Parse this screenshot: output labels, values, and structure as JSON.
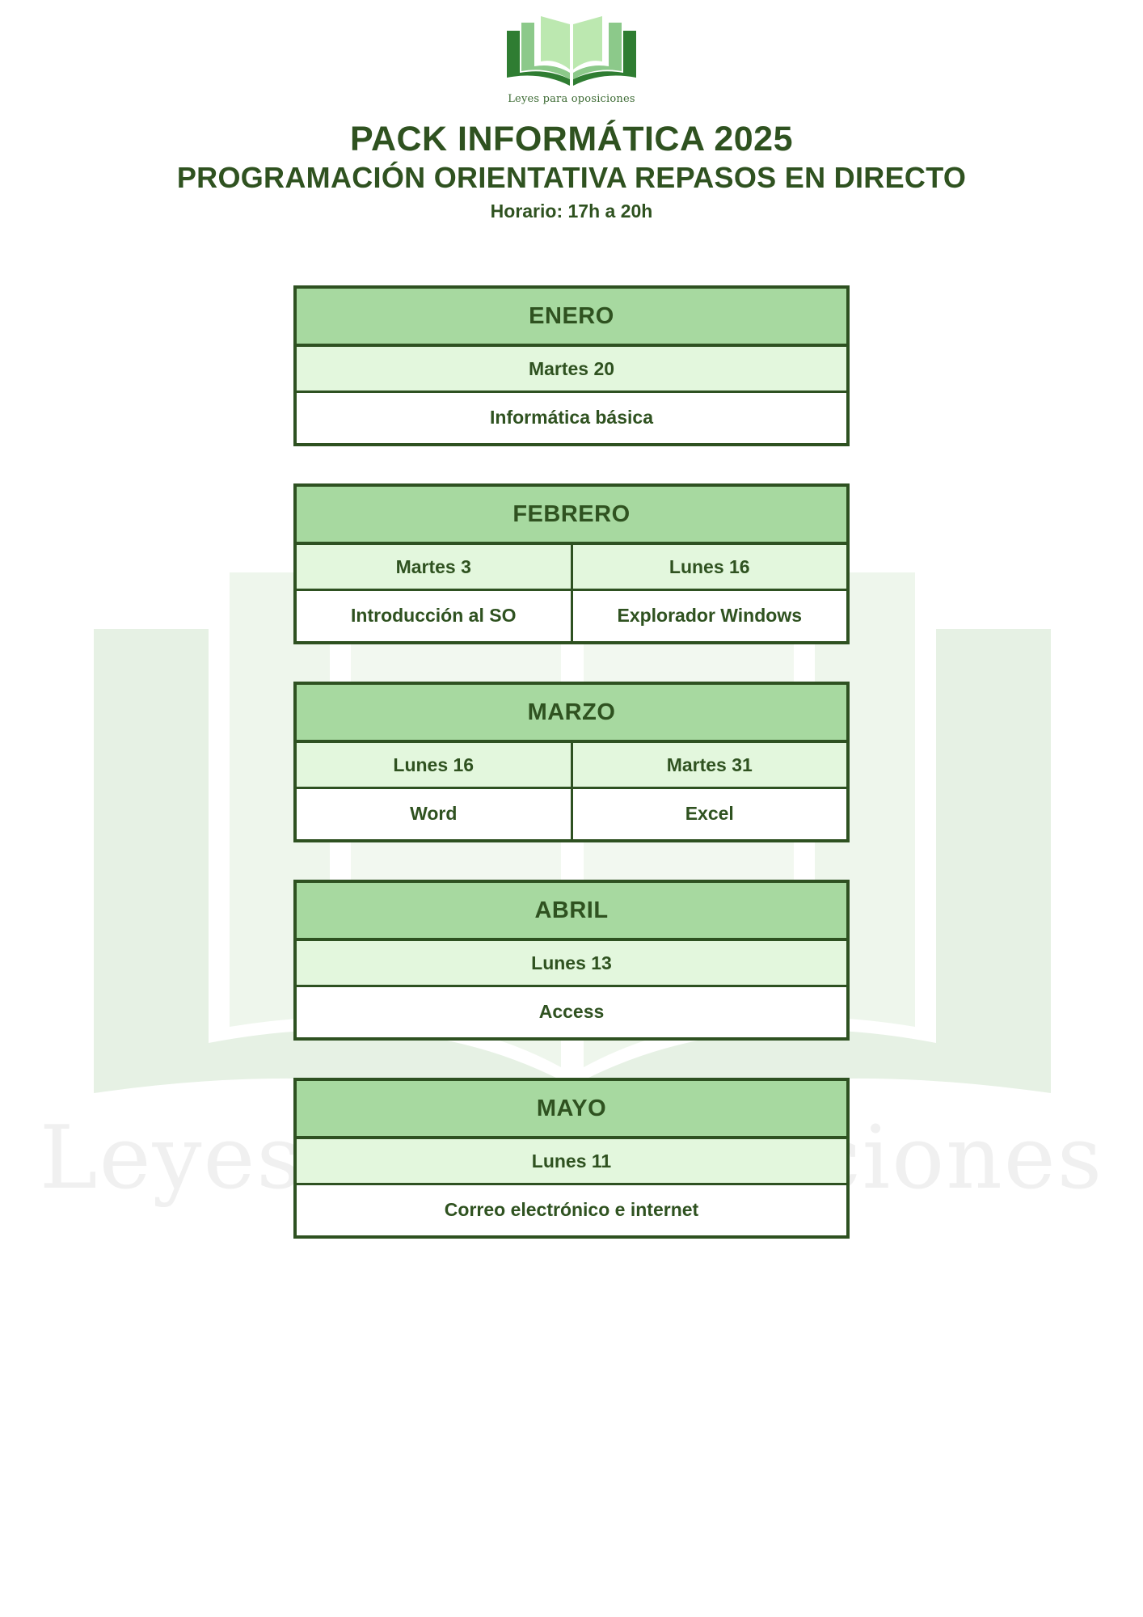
{
  "brand": {
    "logo_name": "open-book-logo",
    "tagline": "Leyes para oposiciones",
    "colors": {
      "dark_green": "#2f7d32",
      "mid_green": "#8cc98a",
      "light_green": "#bce8b0",
      "border_green": "#2e5121",
      "header_green": "#a7d9a0",
      "row_green": "#e3f7dd",
      "text_green": "#2f5220"
    }
  },
  "watermark": {
    "text": "Leyes para oposiciones"
  },
  "header": {
    "title": "PACK INFORMÁTICA 2025",
    "subtitle": "PROGRAMACIÓN ORIENTATIVA REPASOS EN DIRECTO",
    "schedule": "Horario: 17h a 20h"
  },
  "months": [
    {
      "name": "ENERO",
      "dates": [
        "Martes 20"
      ],
      "subjects": [
        "Informática básica"
      ]
    },
    {
      "name": "FEBRERO",
      "dates": [
        "Martes 3",
        "Lunes 16"
      ],
      "subjects": [
        "Introducción al SO",
        "Explorador Windows"
      ]
    },
    {
      "name": "MARZO",
      "dates": [
        "Lunes 16",
        "Martes 31"
      ],
      "subjects": [
        "Word",
        "Excel"
      ]
    },
    {
      "name": "ABRIL",
      "dates": [
        "Lunes 13"
      ],
      "subjects": [
        "Access"
      ]
    },
    {
      "name": "MAYO",
      "dates": [
        "Lunes 11"
      ],
      "subjects": [
        "Correo electrónico e internet"
      ]
    }
  ]
}
